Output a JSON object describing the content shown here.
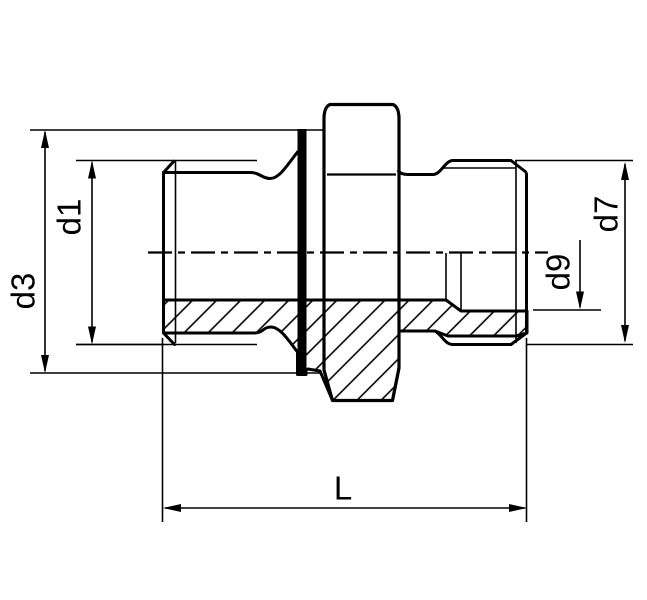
{
  "drawing": {
    "background": "#ffffff",
    "line_color": "#000000",
    "view": "half-section technical drawing of a straight fitting adapter",
    "dimensions": {
      "d1": {
        "label": "d1",
        "orientation": "vertical-left-inner"
      },
      "d3": {
        "label": "d3",
        "orientation": "vertical-left-outer"
      },
      "d7": {
        "label": "d7",
        "orientation": "vertical-right-outer"
      },
      "d9": {
        "label": "d9",
        "orientation": "vertical-right-inner"
      },
      "L": {
        "label": "L",
        "orientation": "horizontal-bottom"
      }
    }
  }
}
